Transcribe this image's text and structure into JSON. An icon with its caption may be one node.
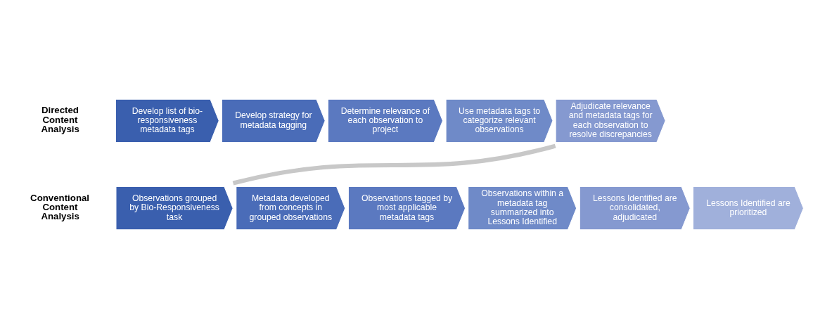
{
  "diagram": {
    "nodes": [
      {
        "text": [
          "Develop list of bio-responsiveness metadata tags"
        ]
      },
      {
        "text": [
          "Develop strategy for metadata tagging"
        ]
      },
      {
        "text": [
          "Determine relevance of each observation to project"
        ]
      },
      {
        "text": [
          "Use metadata tags to categorize relevant observations"
        ]
      },
      {
        "text": [
          "Adjudicate relevance and metadata tags for each observation to resolve discrepancies"
        ]
      },
      {
        "text": [
          "Observations grouped by Bio-Responsiveness task"
        ]
      },
      {
        "text": [
          "Metadata developed from concepts in grouped observations"
        ]
      },
      {
        "text": [
          "Observations tagged by most applicable metadata tags"
        ]
      },
      {
        "text": [
          "Observations within a metadata tag summarized into Lessons Identified"
        ]
      },
      {
        "text": [
          "Lessons Identified are consolidated, adjudicated"
        ]
      },
      {
        "text": [
          "Lessons Identified are prioritized"
        ]
      }
    ],
    "edges": [
      {
        "from": 4,
        "to": 5,
        "arrow": "none"
      }
    ],
    "labels": [
      "Directed Content Analysis",
      "Conventional Content Analysis"
    ]
  }
}
